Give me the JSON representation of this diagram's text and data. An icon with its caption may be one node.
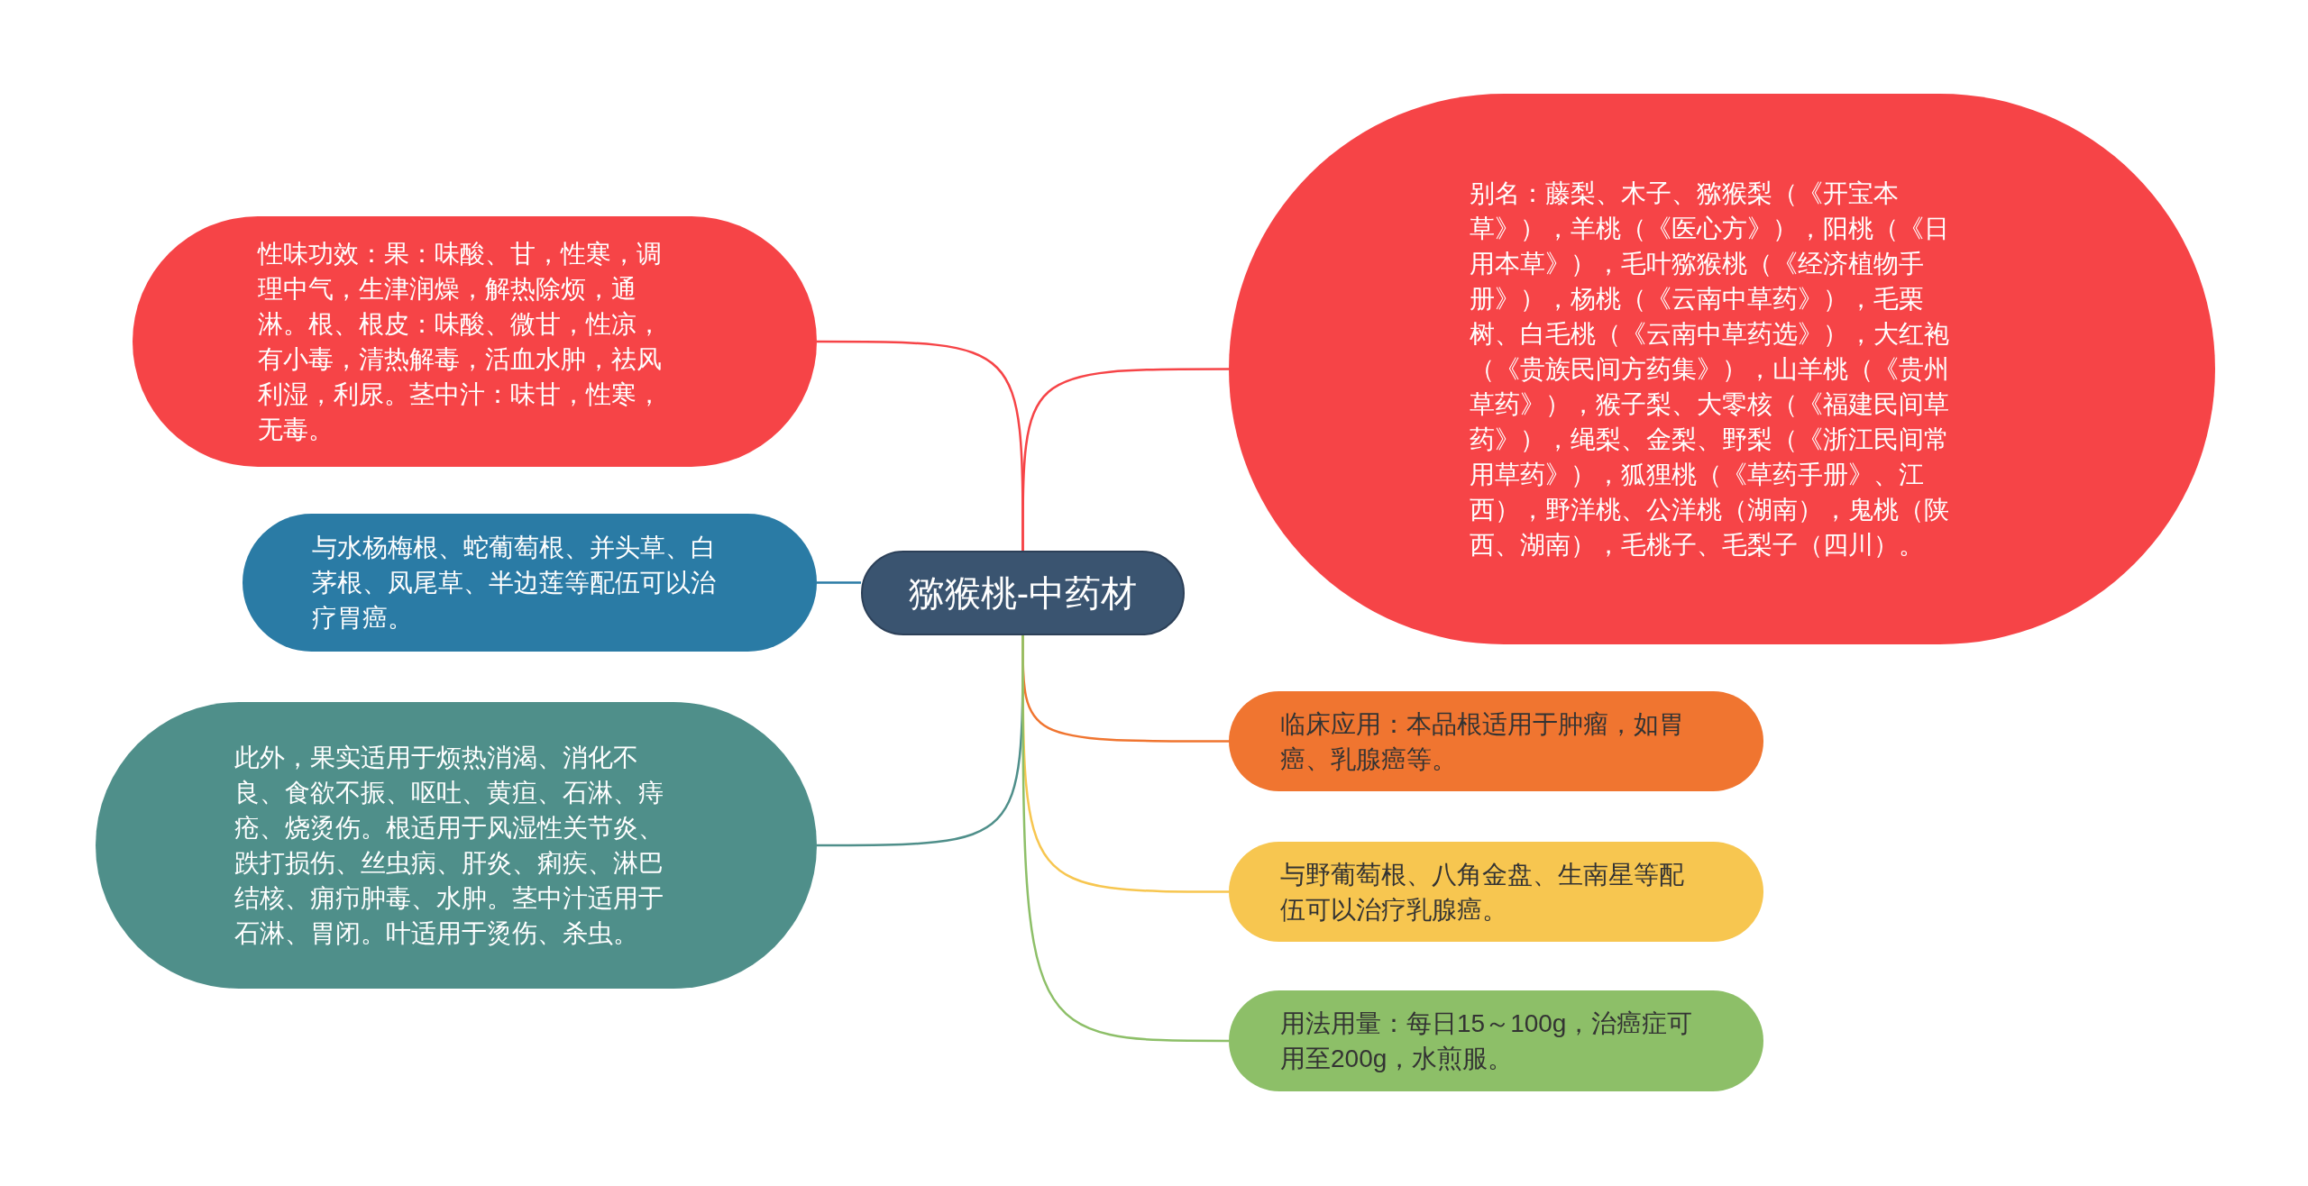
{
  "diagram": {
    "nodes": [
      {
        "text": [
          "猕猴桃-中药材"
        ]
      },
      {
        "text": [
          "性味功效：果：味酸、甘，性寒，调理中气，生津润燥，解热除烦，通淋。根、根皮：味酸、微甘，性凉，有小毒，清热解毒，活血水肿，祛风利湿，利尿。茎中汁：味甘，性寒，无毒。"
        ]
      },
      {
        "text": [
          "与水杨梅根、蛇葡萄根、并头草、白茅根、凤尾草、半边莲等配伍可以治疗胃癌。"
        ]
      },
      {
        "text": [
          "此外，果实适用于烦热消渴、消化不良、食欲不振、呕吐、黄疸、石淋、痔疮、烧烫伤。根适用于风湿性关节炎、跌打损伤、丝虫病、肝炎、痢疾、淋巴结核、痈疖肿毒、水肿。茎中汁适用于石淋、胃闭。叶适用于烫伤、杀虫。"
        ]
      },
      {
        "text": [
          "别名：藤梨、木子、猕猴梨（《开宝本草》），羊桃（《医心方》），阳桃（《日用本草》），毛叶猕猴桃（《经济植物手册》），杨桃（《云南中草药》），毛栗树、白毛桃（《云南中草药选》），大红袍（《贵族民间方药集》），山羊桃（《贵州草药》），猴子梨、大零核（《福建民间草药》），绳梨、金梨、野梨（《浙江民间常用草药》），狐狸桃（《草药手册》、江西），野洋桃、公洋桃（湖南），鬼桃（陕西、湖南），毛桃子、毛梨子（四川）。"
        ]
      },
      {
        "text": [
          "临床应用：本品根适用于肿瘤，如胃癌、乳腺癌等。"
        ]
      },
      {
        "text": [
          "与野葡萄根、八角金盘、生南星等配伍可以治疗乳腺癌。"
        ]
      },
      {
        "text": [
          "用法用量：每日15～100g，治癌症可用至200g，水煎服。"
        ]
      }
    ],
    "edges": [
      {
        "from": 0,
        "to": 1,
        "arrow": "none",
        "color": "#f64447"
      },
      {
        "from": 0,
        "to": 2,
        "arrow": "none",
        "color": "#2a7ba5"
      },
      {
        "from": 0,
        "to": 3,
        "arrow": "none",
        "color": "#4f8f8a"
      },
      {
        "from": 0,
        "to": 4,
        "arrow": "none",
        "color": "#f64447"
      },
      {
        "from": 0,
        "to": 5,
        "arrow": "none",
        "color": "#f07530"
      },
      {
        "from": 0,
        "to": 6,
        "arrow": "none",
        "color": "#f7c650"
      },
      {
        "from": 0,
        "to": 7,
        "arrow": "none",
        "color": "#8dbf68"
      }
    ]
  }
}
